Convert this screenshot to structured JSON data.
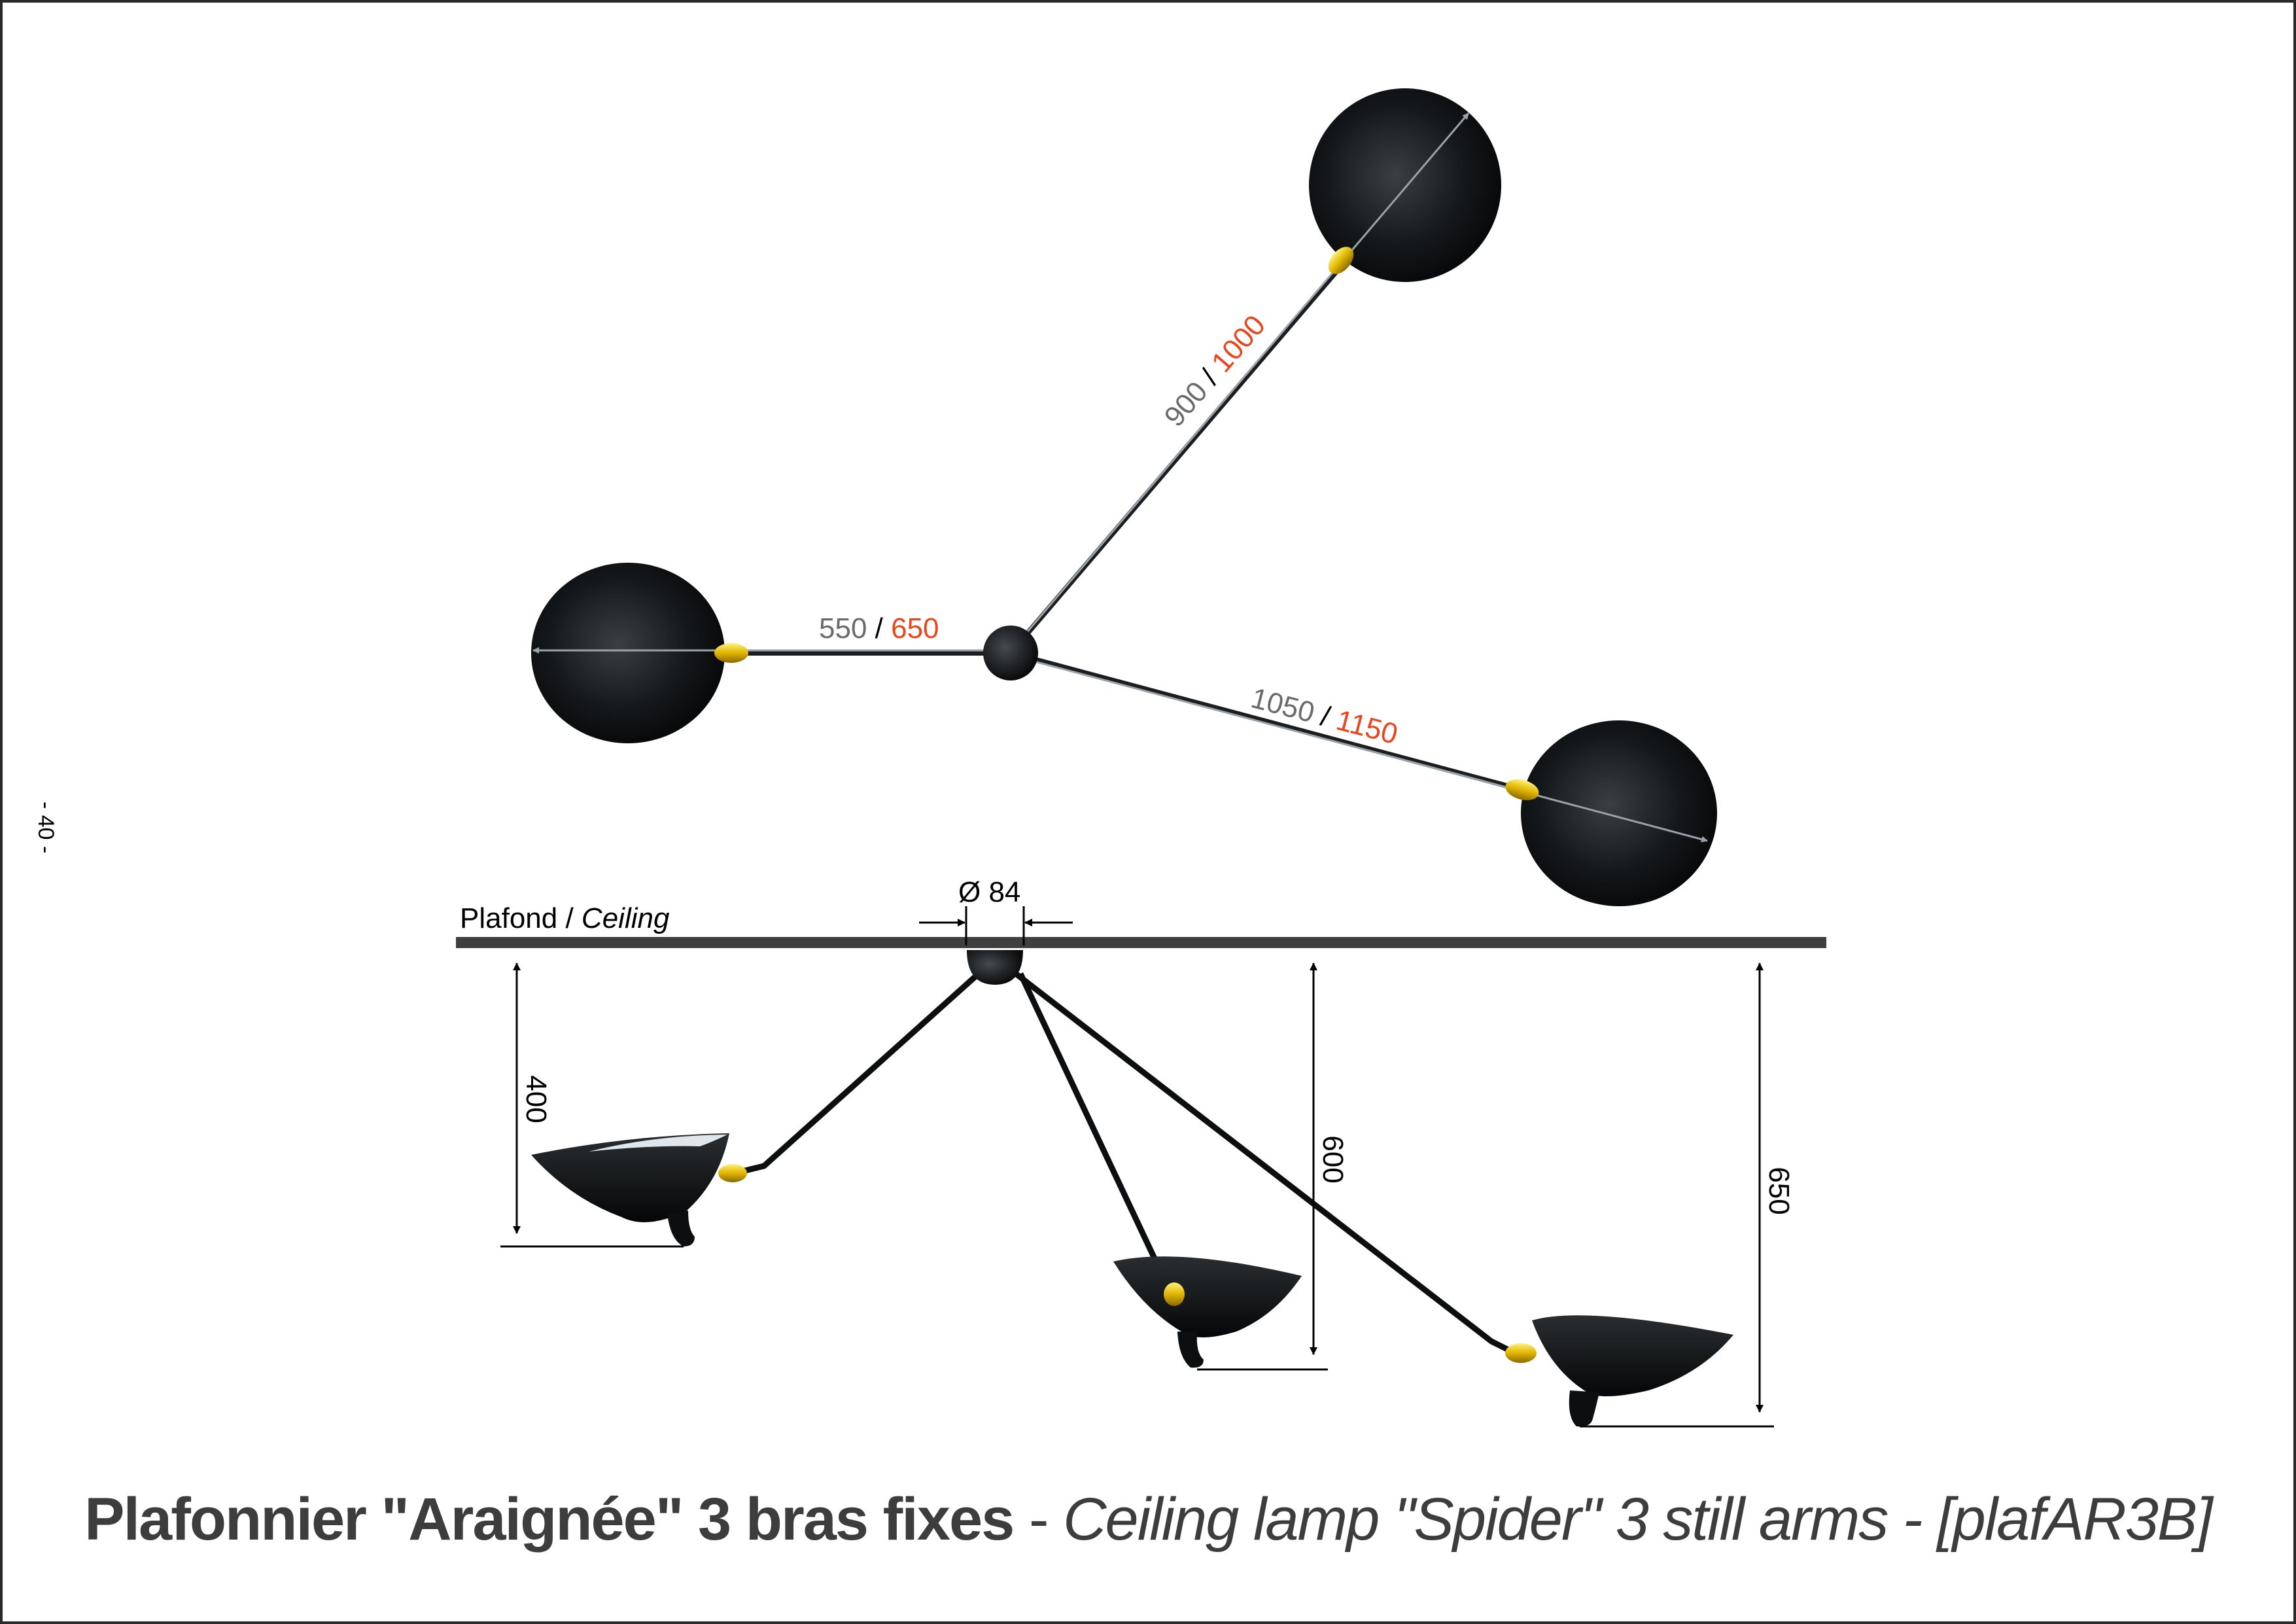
{
  "page_number": "- 40 -",
  "title": {
    "fr": "Plafonnier \"Araignée\" 3 bras fixes",
    "separator": " - ",
    "en": "Ceiling lamp \"Spider\" 3 still arms - [plafAR3B]"
  },
  "top_view": {
    "arm_left": {
      "min": "550",
      "sep": " / ",
      "max": "650"
    },
    "arm_upper": {
      "min": "900",
      "sep": " / ",
      "max": "1000"
    },
    "arm_lower": {
      "min": "1050",
      "sep": " / ",
      "max": "1150"
    }
  },
  "side_view": {
    "ceiling_label": "Plafond",
    "ceiling_sep": " / ",
    "ceiling_label_en": "Ceiling",
    "diameter": "Ø 84",
    "height_left": "400",
    "height_middle": "600",
    "height_right": "650"
  },
  "colors": {
    "max_dimension": "#e8471b",
    "min_dimension": "#6b6b6b",
    "shade": "#111111",
    "brass_socket": "#e0b400"
  }
}
